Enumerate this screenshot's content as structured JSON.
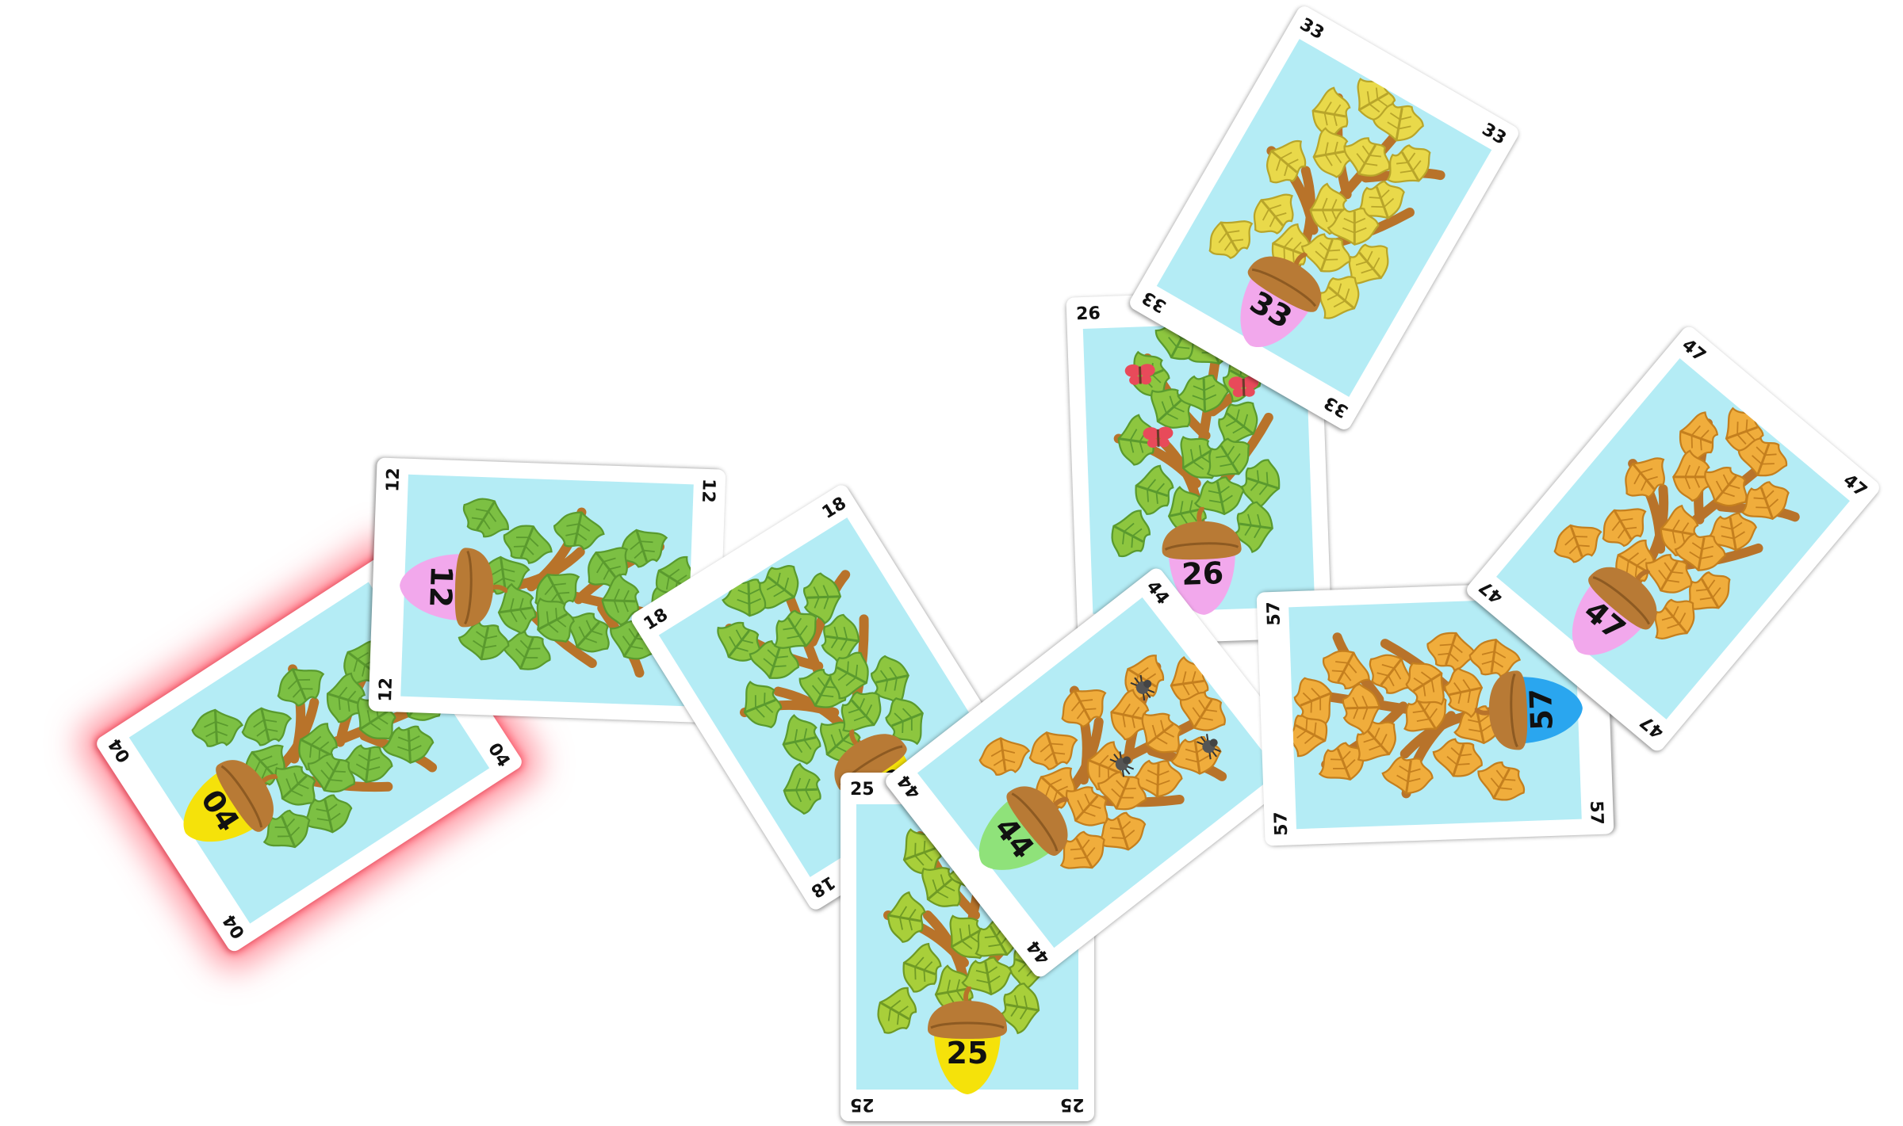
{
  "game": {
    "cards": [
      {
        "number": "04",
        "nut_color": "#f5e20a",
        "leaf_color": "#7cc043",
        "leaf_dark": "#5a9a2e",
        "bugs": "none",
        "selected": true
      },
      {
        "number": "12",
        "nut_color": "#f2a8ec",
        "leaf_color": "#7cc043",
        "leaf_dark": "#5a9a2e",
        "bugs": "none",
        "selected": false
      },
      {
        "number": "18",
        "nut_color": "#f5e20a",
        "leaf_color": "#8dc63f",
        "leaf_dark": "#5a9a2e",
        "bugs": "none",
        "selected": false
      },
      {
        "number": "25",
        "nut_color": "#f5e20a",
        "leaf_color": "#a8cf3a",
        "leaf_dark": "#6f9a25",
        "bugs": "none",
        "selected": false
      },
      {
        "number": "26",
        "nut_color": "#f2a8ec",
        "leaf_color": "#8dc63f",
        "leaf_dark": "#5a9a2e",
        "bugs": "butterfly-icon",
        "selected": false
      },
      {
        "number": "33",
        "nut_color": "#f2a8ec",
        "leaf_color": "#e9d94a",
        "leaf_dark": "#b8a52a",
        "bugs": "none",
        "selected": false
      },
      {
        "number": "44",
        "nut_color": "#8fe27a",
        "leaf_color": "#f0ad3c",
        "leaf_dark": "#c47f1e",
        "bugs": "spider-icon",
        "selected": false
      },
      {
        "number": "57",
        "nut_color": "#2aa6ef",
        "leaf_color": "#f0ad3c",
        "leaf_dark": "#c47f1e",
        "bugs": "none",
        "selected": false
      },
      {
        "number": "47",
        "nut_color": "#f2a8ec",
        "leaf_color": "#f0ad3c",
        "leaf_dark": "#c47f1e",
        "bugs": "none",
        "selected": false
      }
    ],
    "colors": {
      "sky": "#b4ecf5",
      "branch": "#b8732a",
      "cap": "#b87a35",
      "highlight": "#ff465a"
    }
  }
}
